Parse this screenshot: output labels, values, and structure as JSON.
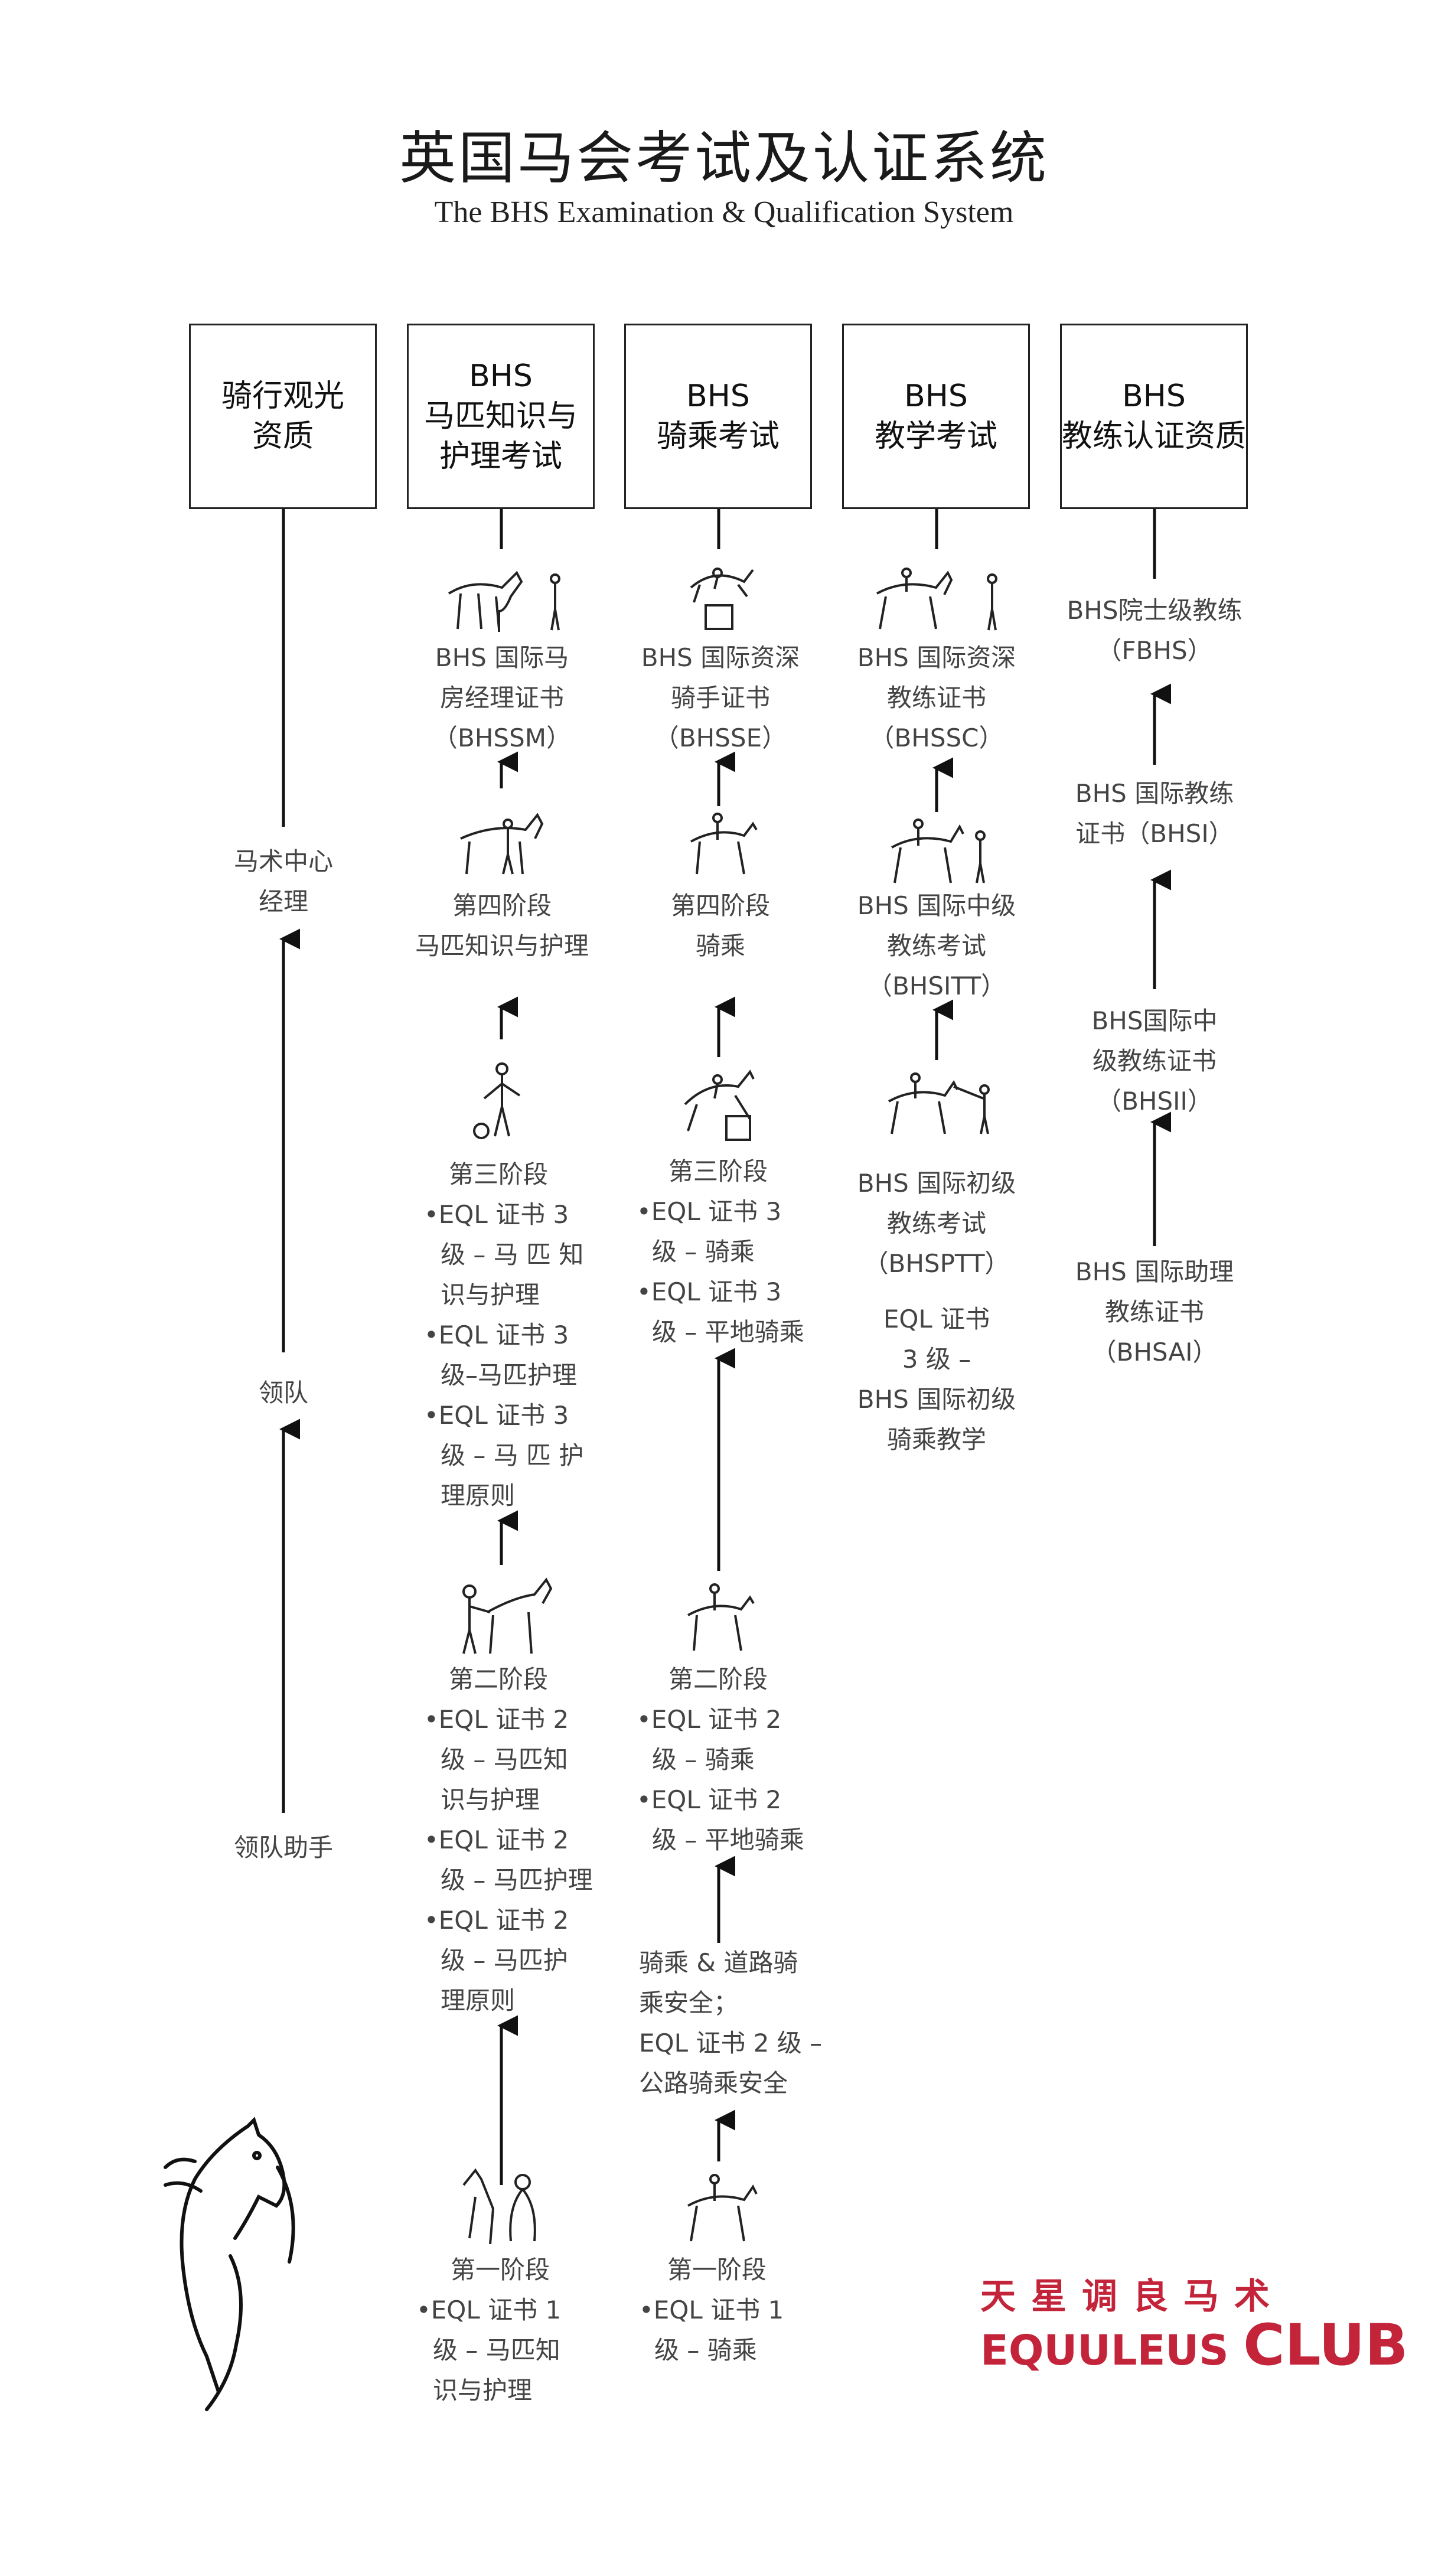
{
  "title": "英国马会考试及认证系统",
  "subtitle": "The BHS Examination & Qualification System",
  "headers": [
    {
      "lines": [
        "骑行观光",
        "资质"
      ]
    },
    {
      "lines": [
        "BHS",
        "马匹知识与",
        "护理考试"
      ]
    },
    {
      "lines": [
        "BHS",
        "骑乘考试"
      ]
    },
    {
      "lines": [
        "BHS",
        "教学考试"
      ]
    },
    {
      "lines": [
        "BHS",
        "教练认证资质"
      ]
    }
  ],
  "col1": {
    "manager": [
      "马术中心",
      "经理"
    ],
    "leader": "领队",
    "assistant": "领队助手"
  },
  "col2": {
    "top": [
      "BHS 国际马",
      "房经理证书",
      "（BHSSM）"
    ],
    "stage4": [
      "第四阶段",
      "马匹知识与护理"
    ],
    "stage3": [
      "第三阶段",
      "•EQL 证书 3",
      "级 – 马 匹 知",
      "识与护理",
      "•EQL 证书 3",
      "级–马匹护理",
      "•EQL 证书 3",
      "级 – 马 匹 护",
      "理原则"
    ],
    "stage2": [
      "第二阶段",
      "•EQL 证书 2",
      "级 – 马匹知",
      "识与护理",
      "•EQL 证书 2",
      "级 – 马匹护理",
      "•EQL 证书 2",
      "级 – 马匹护",
      "理原则"
    ],
    "stage1": [
      "第一阶段",
      "•EQL 证书 1",
      "级 – 马匹知",
      "识与护理"
    ]
  },
  "col3": {
    "top": [
      "BHS 国际资深",
      "骑手证书",
      "（BHSSE）"
    ],
    "stage4": [
      "第四阶段",
      "骑乘"
    ],
    "stage3": [
      "第三阶段",
      "•EQL 证书 3",
      "级 – 骑乘",
      "•EQL 证书 3",
      "级 – 平地骑乘"
    ],
    "stage2": [
      "第二阶段",
      "•EQL 证书 2",
      "级 – 骑乘",
      "•EQL 证书 2",
      "级 – 平地骑乘"
    ],
    "road": [
      "骑乘 & 道路骑",
      "乘安全；",
      "EQL 证书 2 级 –",
      "公路骑乘安全"
    ],
    "stage1": [
      "第一阶段",
      "•EQL 证书 1",
      "级 – 骑乘"
    ]
  },
  "col4": {
    "top": [
      "BHS 国际资深",
      "教练证书",
      "（BHSSC）"
    ],
    "itt": [
      "BHS 国际中级",
      "教练考试",
      "（BHSITT）"
    ],
    "ptt": [
      "BHS 国际初级",
      "教练考试",
      "（BHSPTT）"
    ],
    "eql": [
      "EQL 证书",
      "3 级 –",
      "BHS 国际初级",
      "骑乘教学"
    ]
  },
  "col5": {
    "fbhs": [
      "BHS院士级教练",
      "（FBHS）"
    ],
    "bhsi": [
      "BHS 国际教练",
      "证书（BHSI）"
    ],
    "bhsii": [
      "BHS国际中",
      "级教练证书",
      "（BHSII）"
    ],
    "bhsai": [
      "BHS 国际助理",
      "教练证书",
      "（BHSAI）"
    ]
  },
  "brand": {
    "cn": "天星调良马术",
    "en_main": "EQUULEUS ",
    "en_club": "CLUB",
    "color": "#c3243a"
  }
}
